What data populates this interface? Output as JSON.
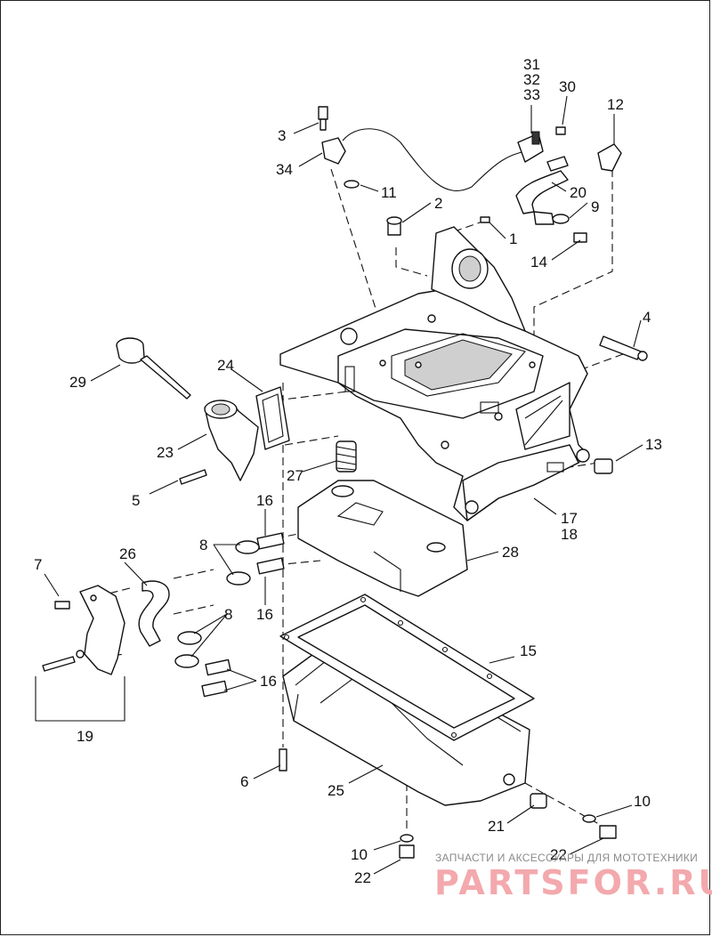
{
  "callouts": [
    {
      "id": "c31",
      "text": "31"
    },
    {
      "id": "c32",
      "text": "32"
    },
    {
      "id": "c33",
      "text": "33"
    },
    {
      "id": "c30",
      "text": "30"
    },
    {
      "id": "c12",
      "text": "12"
    },
    {
      "id": "c3",
      "text": "3"
    },
    {
      "id": "c34",
      "text": "34"
    },
    {
      "id": "c11",
      "text": "11"
    },
    {
      "id": "c2",
      "text": "2"
    },
    {
      "id": "c1",
      "text": "1"
    },
    {
      "id": "c20",
      "text": "20"
    },
    {
      "id": "c9",
      "text": "9"
    },
    {
      "id": "c14",
      "text": "14"
    },
    {
      "id": "c4",
      "text": "4"
    },
    {
      "id": "c29",
      "text": "29"
    },
    {
      "id": "c24",
      "text": "24"
    },
    {
      "id": "c23",
      "text": "23"
    },
    {
      "id": "c13",
      "text": "13"
    },
    {
      "id": "c27",
      "text": "27"
    },
    {
      "id": "c5",
      "text": "5"
    },
    {
      "id": "c16a",
      "text": "16"
    },
    {
      "id": "c17",
      "text": "17"
    },
    {
      "id": "c18",
      "text": "18"
    },
    {
      "id": "c8a",
      "text": "8"
    },
    {
      "id": "c28",
      "text": "28"
    },
    {
      "id": "c7",
      "text": "7"
    },
    {
      "id": "c26",
      "text": "26"
    },
    {
      "id": "c16b",
      "text": "16"
    },
    {
      "id": "c8b",
      "text": "8"
    },
    {
      "id": "c15",
      "text": "15"
    },
    {
      "id": "c16c",
      "text": "16"
    },
    {
      "id": "c19",
      "text": "19"
    },
    {
      "id": "c6",
      "text": "6"
    },
    {
      "id": "c25",
      "text": "25"
    },
    {
      "id": "c10a",
      "text": "10"
    },
    {
      "id": "c21",
      "text": "21"
    },
    {
      "id": "c10b",
      "text": "10"
    },
    {
      "id": "c22a",
      "text": "22"
    },
    {
      "id": "c22b",
      "text": "22"
    }
  ],
  "watermark": {
    "tagline": "ЗАПЧАСТИ И АКСЕССУАРЫ ДЛЯ МОТОТЕХНИКИ",
    "brand": "PARTSFOR.RU",
    "brand_color": "#f3a9ad"
  }
}
